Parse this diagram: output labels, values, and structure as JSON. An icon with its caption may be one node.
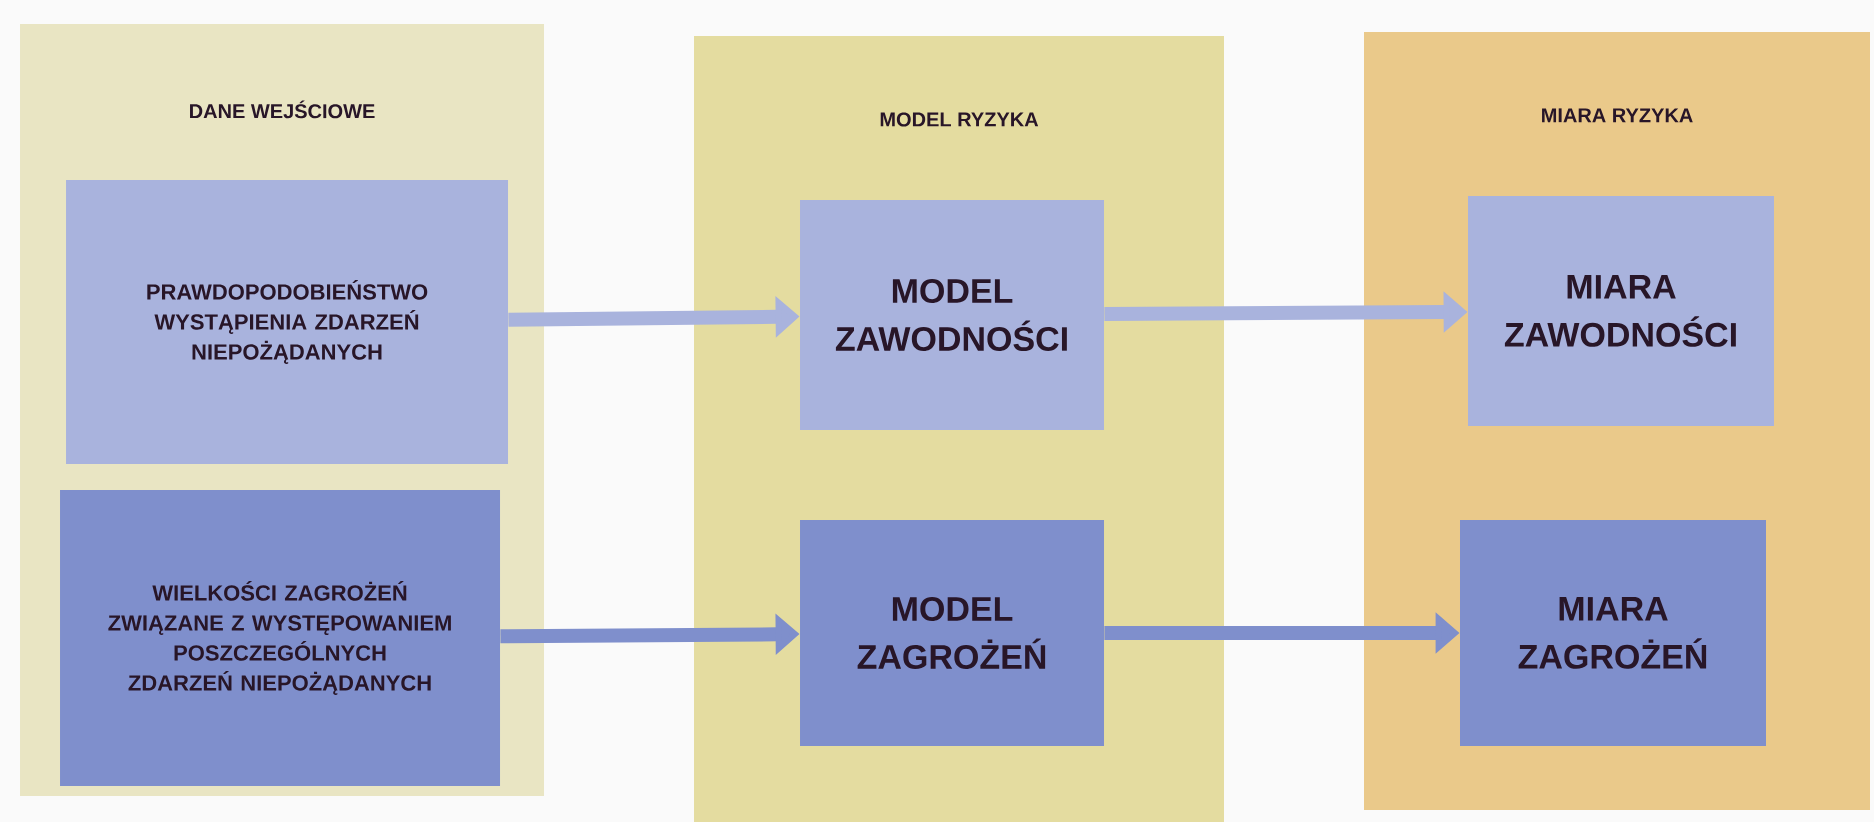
{
  "diagram": {
    "nodes": [
      {
        "text": [
          "DANE WEJŚCIOWE"
        ]
      },
      {
        "text": [
          "PRAWDOPODOBIEŃSTWO WYSTĄPIENIA ZDARZEŃ NIEPOŻĄDANYCH"
        ],
        "in": 0
      },
      {
        "text": [
          "WIELKOŚCI ZAGROŻEŃ ZWIĄZANE Z WYSTĘPOWANIEM POSZCZEGÓLNYCH ZDARZEŃ NIEPOŻĄDANYCH"
        ],
        "in": 0
      },
      {
        "text": [
          "MODEL RYZYKA"
        ]
      },
      {
        "text": [
          "MODEL ZAWODNOŚCI"
        ],
        "in": 3
      },
      {
        "text": [
          "MODEL ZAGROŻEŃ"
        ],
        "in": 3
      },
      {
        "text": [
          "MIARA RYZYKA"
        ]
      },
      {
        "text": [
          "MIARA ZAWODNOŚCI"
        ],
        "in": 6
      },
      {
        "text": [
          "MIARA ZAGROŻEŃ"
        ],
        "in": 6
      }
    ],
    "edges": [
      {
        "from": 1,
        "to": 4,
        "arrow": "to"
      },
      {
        "from": 4,
        "to": 7,
        "arrow": "to"
      },
      {
        "from": 2,
        "to": 5,
        "arrow": "to"
      },
      {
        "from": 5,
        "to": 8,
        "arrow": "to"
      }
    ]
  }
}
